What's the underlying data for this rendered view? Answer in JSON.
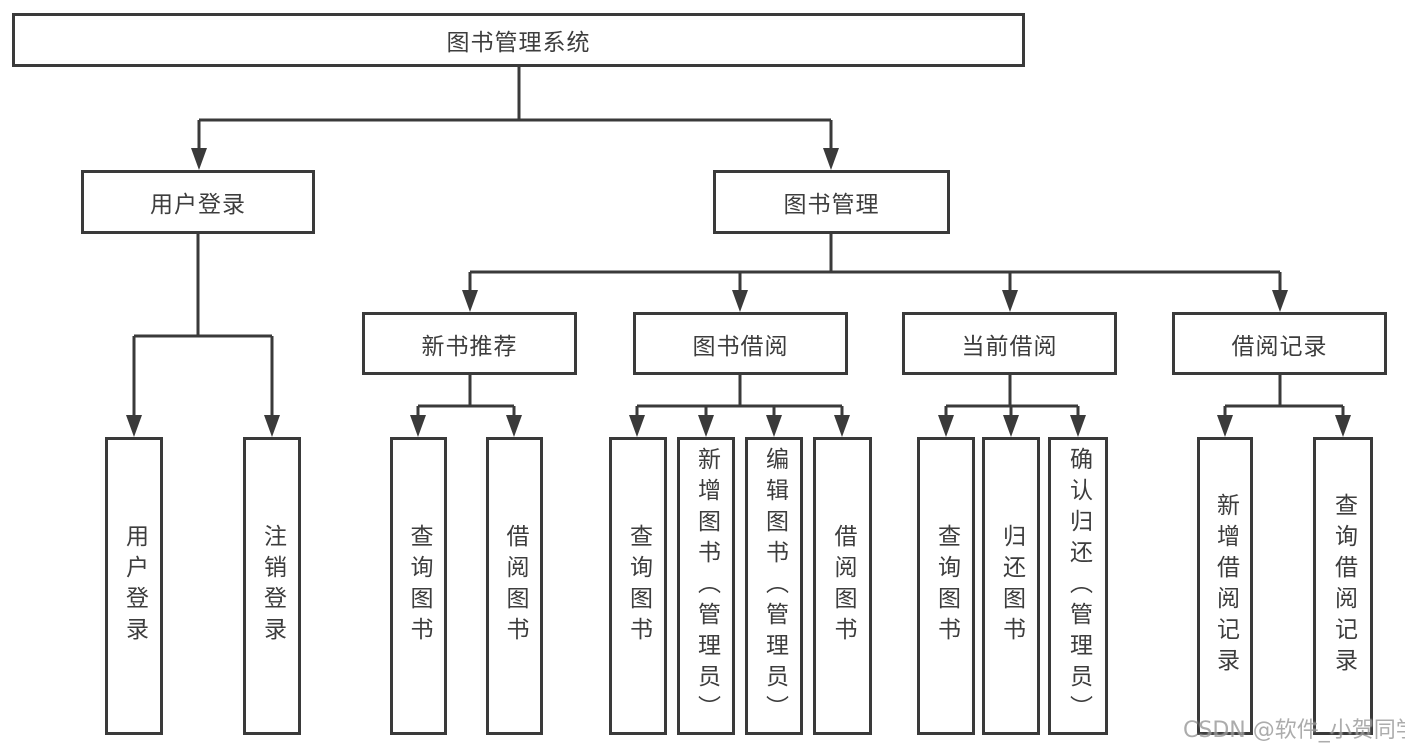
{
  "diagram": {
    "root": {
      "label": "图书管理系统"
    },
    "level2": [
      {
        "label": "用户登录"
      },
      {
        "label": "图书管理"
      }
    ],
    "level3": [
      {
        "label": "新书推荐"
      },
      {
        "label": "图书借阅"
      },
      {
        "label": "当前借阅"
      },
      {
        "label": "借阅记录"
      }
    ],
    "leaves": [
      {
        "label": "用户登录"
      },
      {
        "label": "注销登录"
      },
      {
        "label": "查询图书"
      },
      {
        "label": "借阅图书"
      },
      {
        "label": "查询图书"
      },
      {
        "label": "新增图书（管理员）"
      },
      {
        "label": "编辑图书（管理员）"
      },
      {
        "label": "借阅图书"
      },
      {
        "label": "查询图书"
      },
      {
        "label": "归还图书"
      },
      {
        "label": "确认归还（管理员）"
      },
      {
        "label": "新增借阅记录"
      },
      {
        "label": "查询借阅记录"
      }
    ],
    "edges": [
      [
        "图书管理系统",
        "用户登录"
      ],
      [
        "图书管理系统",
        "图书管理"
      ],
      [
        "用户登录",
        "用户登录"
      ],
      [
        "用户登录",
        "注销登录"
      ],
      [
        "图书管理",
        "新书推荐"
      ],
      [
        "图书管理",
        "图书借阅"
      ],
      [
        "图书管理",
        "当前借阅"
      ],
      [
        "图书管理",
        "借阅记录"
      ],
      [
        "新书推荐",
        "查询图书"
      ],
      [
        "新书推荐",
        "借阅图书"
      ],
      [
        "图书借阅",
        "查询图书"
      ],
      [
        "图书借阅",
        "新增图书（管理员）"
      ],
      [
        "图书借阅",
        "编辑图书（管理员）"
      ],
      [
        "图书借阅",
        "借阅图书"
      ],
      [
        "当前借阅",
        "查询图书"
      ],
      [
        "当前借阅",
        "归还图书"
      ],
      [
        "当前借阅",
        "确认归还（管理员）"
      ],
      [
        "借阅记录",
        "新增借阅记录"
      ],
      [
        "借阅记录",
        "查询借阅记录"
      ]
    ]
  },
  "watermark": {
    "text": "CSDN @软件_小贺同学"
  },
  "colors": {
    "line": "#3a3a3a",
    "text": "#3d3d3d",
    "watermark": "#9b9b9b",
    "background": "#ffffff"
  }
}
